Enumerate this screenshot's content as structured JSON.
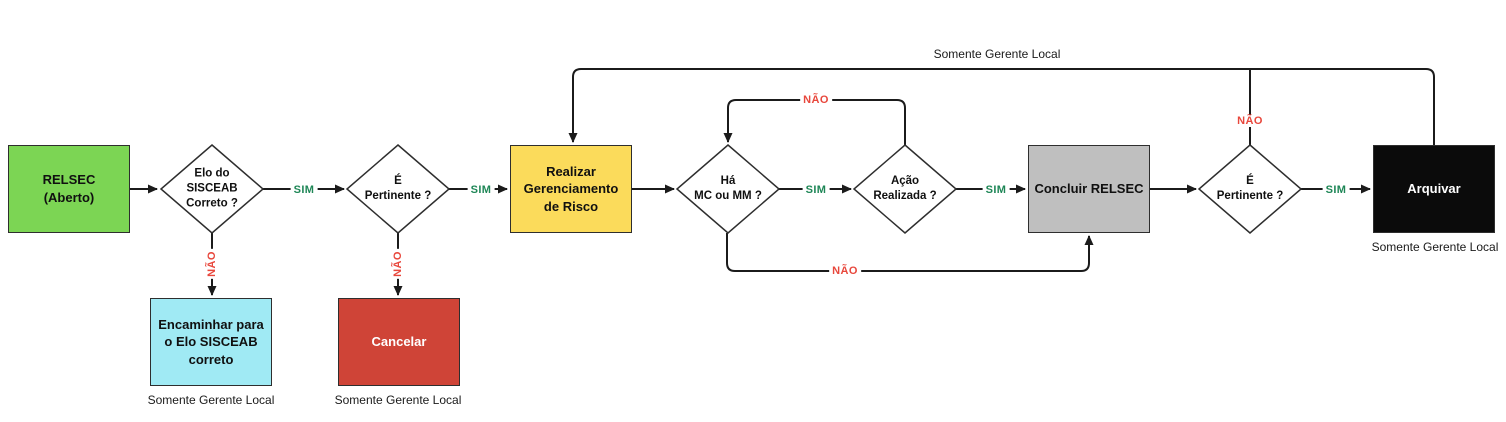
{
  "labels": {
    "sim": "SIM",
    "nao": "NÃO",
    "somente_gerente_local": "Somente Gerente Local"
  },
  "nodes": {
    "relsec": "RELSEC\n(Aberto)",
    "elo_correto": "Elo do\nSISCEAB\nCorreto ?",
    "pertinente_1": "É\nPertinente ?",
    "realizar": "Realizar\nGerenciamento\nde Risco",
    "ha_mc_mm": "Há\nMC ou MM ?",
    "acao_realizada": "Ação\nRealizada ?",
    "concluir": "Concluir RELSEC",
    "pertinente_2": "É\nPertinente ?",
    "arquivar": "Arquivar",
    "encaminhar": "Encaminhar para\no Elo SISCEAB\ncorreto",
    "cancelar": "Cancelar"
  },
  "edges": [
    {
      "from": "RELSEC (Aberto)",
      "to": "Elo do SISCEAB Correto ?",
      "label": ""
    },
    {
      "from": "Elo do SISCEAB Correto ?",
      "to": "É Pertinente ?",
      "label": "SIM"
    },
    {
      "from": "Elo do SISCEAB Correto ?",
      "to": "Encaminhar para o Elo SISCEAB correto",
      "label": "NÃO"
    },
    {
      "from": "É Pertinente ?",
      "to": "Realizar Gerenciamento de Risco",
      "label": "SIM"
    },
    {
      "from": "É Pertinente ?",
      "to": "Cancelar",
      "label": "NÃO"
    },
    {
      "from": "Realizar Gerenciamento de Risco",
      "to": "Há MC ou MM ?",
      "label": ""
    },
    {
      "from": "Há MC ou MM ?",
      "to": "Ação Realizada ?",
      "label": "SIM"
    },
    {
      "from": "Há MC ou MM ?",
      "to": "Concluir RELSEC",
      "label": "NÃO"
    },
    {
      "from": "Ação Realizada ?",
      "to": "Há MC ou MM ?",
      "label": "NÃO"
    },
    {
      "from": "Ação Realizada ?",
      "to": "Concluir RELSEC",
      "label": "SIM"
    },
    {
      "from": "Concluir RELSEC",
      "to": "É Pertinente ? (final)",
      "label": ""
    },
    {
      "from": "É Pertinente ? (final)",
      "to": "Arquivar",
      "label": "SIM"
    },
    {
      "from": "É Pertinente ? (final)",
      "to": "Realizar Gerenciamento de Risco",
      "label": "NÃO"
    },
    {
      "from": "Arquivar",
      "to": "Realizar Gerenciamento de Risco",
      "label": "Somente Gerente Local"
    }
  ],
  "colors": {
    "green": "#7CD554",
    "yellow": "#FBDB5B",
    "gray": "#BFBFBF",
    "black": "#0B0B0B",
    "cyan": "#A0EAF4",
    "red": "#CF4437",
    "sim": "#1E8656",
    "nao": "#E8473C",
    "line": "#1B1B1B"
  }
}
